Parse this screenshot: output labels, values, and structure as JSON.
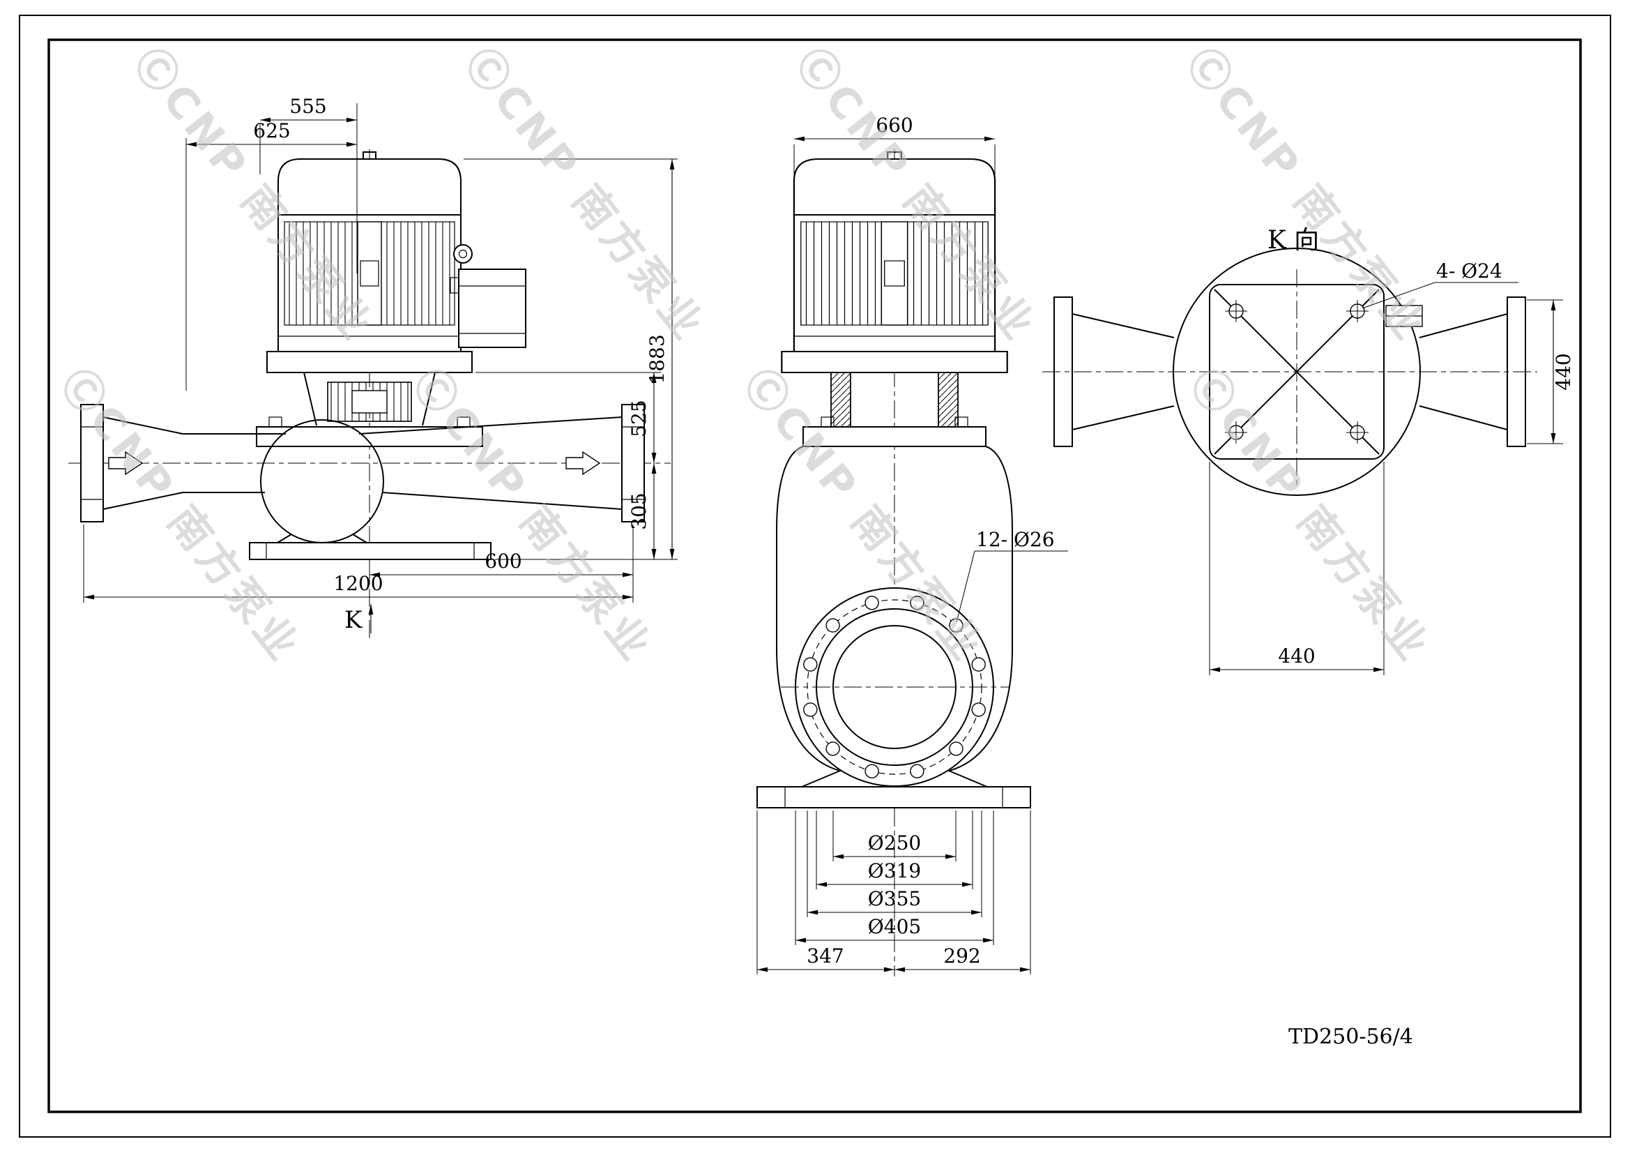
{
  "drawing": {
    "title": "TD250-56/4",
    "watermark_text": "ⒸCNP 南方泵业",
    "front_view": {
      "k_label": "K",
      "dims": {
        "width_top": "555",
        "width_motor": "625",
        "height_total": "1883",
        "height_flange_to_axis": "525",
        "height_axis_to_base": "305",
        "base_half": "600",
        "base_total": "1200"
      }
    },
    "side_view": {
      "dims": {
        "width_motor": "660",
        "flange_bolts": "12- Ø26",
        "d_bore": "Ø250",
        "d_raised_face": "Ø319",
        "d_bolt_circle": "Ø355",
        "d_flange": "Ø405",
        "base_left": "347",
        "base_right": "292"
      }
    },
    "k_view": {
      "label": "K 向",
      "dims": {
        "bolt_note": "4- Ø24",
        "width": "440",
        "height": "440"
      }
    }
  }
}
